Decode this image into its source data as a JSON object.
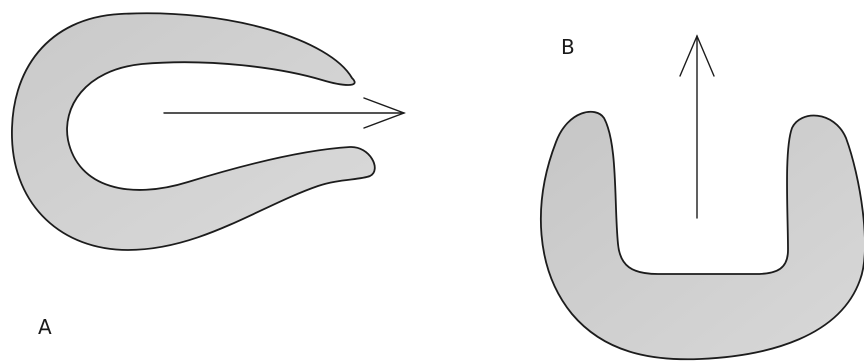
{
  "figure": {
    "panels": [
      {
        "id": "A",
        "label": "A"
      },
      {
        "id": "B",
        "label": "B"
      }
    ],
    "colors": {
      "background": "#ffffff",
      "shape_fill": "#d2d2d2",
      "outline": "#1c1c1c"
    }
  }
}
